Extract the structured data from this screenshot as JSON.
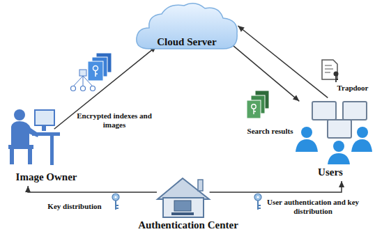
{
  "diagram": {
    "nodes": [
      {
        "text": [
          "Cloud Server"
        ]
      },
      {
        "text": [
          "Image Owner"
        ]
      },
      {
        "text": [
          "Users"
        ]
      },
      {
        "text": [
          "Authentication Center"
        ]
      }
    ],
    "edges": [
      {
        "from": 1,
        "to": 0,
        "arrow": "to",
        "label": "Encrypted indexes and images"
      },
      {
        "from": 0,
        "to": 2,
        "arrow": "to",
        "label": "Search results"
      },
      {
        "from": 2,
        "to": 0,
        "arrow": "to",
        "label": "Trapdoor"
      },
      {
        "from": 3,
        "to": 1,
        "arrow": "to",
        "label": "Key distribution"
      },
      {
        "from": 3,
        "to": 2,
        "arrow": "to",
        "label": "User authentication and key distribution"
      }
    ]
  }
}
